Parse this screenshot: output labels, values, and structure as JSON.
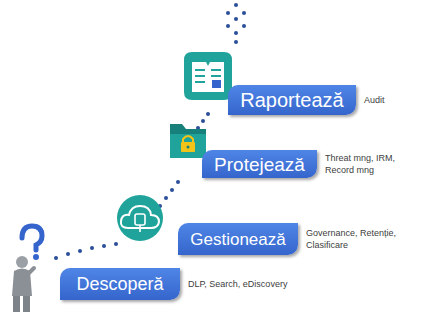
{
  "diagram": {
    "nodes": [
      {
        "text": [
          "Raportează",
          "Audit"
        ]
      },
      {
        "text": [
          "Protejează",
          "Threat mng, IRM, Record mng"
        ]
      },
      {
        "text": [
          "Gestionează",
          "Governance, Retenție, Clasificare"
        ]
      },
      {
        "text": [
          "Descoperă",
          "DLP, Search, eDiscovery"
        ]
      }
    ]
  }
}
